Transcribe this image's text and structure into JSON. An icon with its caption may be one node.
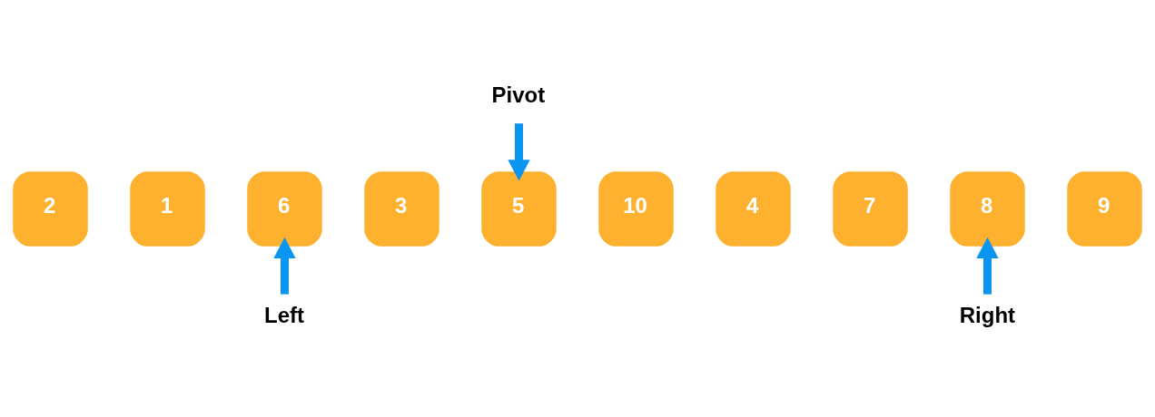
{
  "diagram": {
    "nodes": [
      {
        "text": [
          "Pivot"
        ]
      },
      {
        "text": [
          "2"
        ]
      },
      {
        "text": [
          "1"
        ]
      },
      {
        "text": [
          "6"
        ]
      },
      {
        "text": [
          "3"
        ]
      },
      {
        "text": [
          "5"
        ]
      },
      {
        "text": [
          "10"
        ]
      },
      {
        "text": [
          "4"
        ]
      },
      {
        "text": [
          "7"
        ]
      },
      {
        "text": [
          "8"
        ]
      },
      {
        "text": [
          "9"
        ]
      },
      {
        "text": [
          "Left"
        ]
      },
      {
        "text": [
          "Right"
        ]
      }
    ],
    "edges": [
      {
        "from": 0,
        "to": 5,
        "arrow": "to"
      },
      {
        "from": 11,
        "to": 3,
        "arrow": "to"
      },
      {
        "from": 12,
        "to": 9,
        "arrow": "to"
      }
    ]
  }
}
